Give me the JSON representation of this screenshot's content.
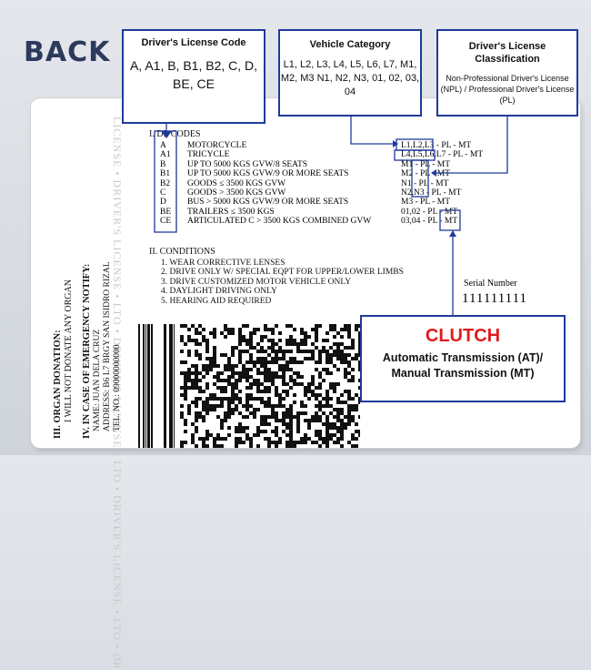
{
  "back_label": "BACK",
  "callouts": {
    "code": {
      "title": "Driver's License Code",
      "body": "A, A1, B, B1, B2, C, D, BE, CE"
    },
    "vehicle": {
      "title": "Vehicle Category",
      "body": "L1, L2, L3, L4, L5, L6, L7, M1, M2, M3 N1, N2, N3, 01, 02, 03, 04"
    },
    "classification": {
      "title": "Driver's License Classification",
      "body": "Non-Professional Driver's License (NPL) / Professional Driver's License (PL)"
    },
    "clutch": {
      "title": "CLUTCH",
      "body": "Automatic Transmission (AT)/ Manual Transmission (MT)"
    }
  },
  "card": {
    "side_strip": "LICENSE • DRIVER'S LICENSE • LTO • DRIVER'S LICENSE • LTO • DRIVER'S LICENSE • LTO • DR",
    "dl_codes_heading": "I. DL CODES",
    "dl_codes": [
      {
        "code": "A",
        "desc": "MOTORCYCLE",
        "cat": "L1,L2,L3 - PL - MT"
      },
      {
        "code": "A1",
        "desc": "TRICYCLE",
        "cat": "L4,L5,L6,L7 - PL - MT"
      },
      {
        "code": "B",
        "desc": "UP TO 5000 KGS GVW/8 SEATS",
        "cat": "M1 - PL - MT"
      },
      {
        "code": "B1",
        "desc": "UP TO 5000 KGS GVW/9 OR MORE SEATS",
        "cat": "M2 - PL - MT"
      },
      {
        "code": "B2",
        "desc": "GOODS ≤ 3500 KGS GVW",
        "cat": "N1 - PL - MT"
      },
      {
        "code": "C",
        "desc": "GOODS > 3500 KGS GVW",
        "cat": "N2,N3 - PL - MT"
      },
      {
        "code": "D",
        "desc": "BUS > 5000 KGS GVW/9 OR MORE SEATS",
        "cat": "M3 - PL - MT"
      },
      {
        "code": "BE",
        "desc": "TRAILERS ≤ 3500 KGS",
        "cat": "01,02 - PL - MT"
      },
      {
        "code": "CE",
        "desc": "ARTICULATED C > 3500 KGS COMBINED GVW",
        "cat": "03,04 - PL - MT"
      }
    ],
    "conditions_heading": "II. CONDITIONS",
    "conditions": [
      "1. WEAR CORRECTIVE LENSES",
      "2. DRIVE ONLY W/ SPECIAL  EQPT FOR UPPER/LOWER LIMBS",
      "3. DRIVE CUSTOMIZED MOTOR VEHICLE ONLY",
      "4. DAYLIGHT DRIVING ONLY",
      "5. HEARING AID REQUIRED"
    ],
    "organ_heading": "III. ORGAN DONATION:",
    "organ_value": "I WILL NOT DONATE ANY ORGAN",
    "emergency_heading": "IV. IN CASE OF EMERGENCY NOTIFY:",
    "emergency_name": "NAME: JUAN DELA CRUZ",
    "emergency_address": "ADDRESS: B6 L7 BRGY SAN ISIDRO RIZAL",
    "emergency_tel": "TEL. NO.: 09000000000",
    "serial_label": "Serial Number",
    "serial_value": "111111111"
  },
  "colors": {
    "callout_border": "#1f3a9a",
    "clutch_title": "#e01b1b",
    "back_label": "#2c3a5c"
  }
}
